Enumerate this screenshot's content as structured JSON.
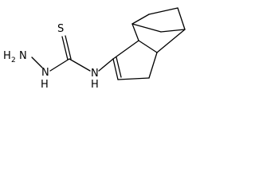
{
  "molecule": {
    "atom_labels": {
      "sulfur": "S",
      "hydrazine_h2": "H",
      "hydrazine_h2_subscript": "2",
      "hydrazine_n_terminal": "N",
      "hydrazine_n_inner": "N",
      "hydrazine_nh_h": "H",
      "amide_n": "N",
      "amide_h": "H"
    },
    "colors": {
      "bond": "#000000",
      "background": "#ffffff"
    }
  }
}
